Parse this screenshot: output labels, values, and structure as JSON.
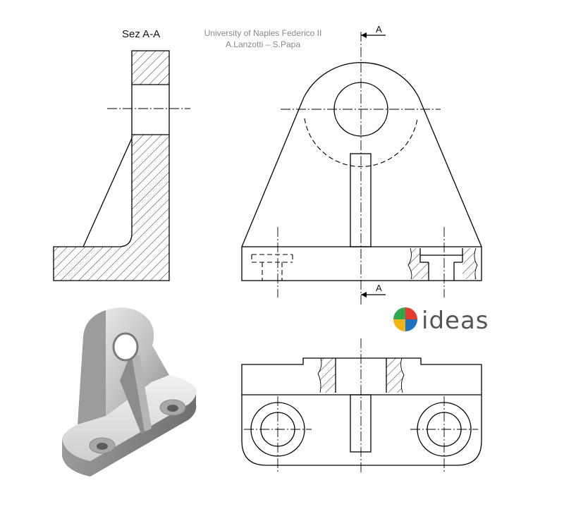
{
  "section_title": "Sez A-A",
  "credits": {
    "line1": "University of Naples Federico II",
    "line2": "A.Lanzotti – S.Papa"
  },
  "section_marks": {
    "top": "A",
    "bottom": "A"
  },
  "logo": {
    "text": "ideas",
    "colors": [
      "#2fa84f",
      "#e63b2e",
      "#1e73be",
      "#f5b31a"
    ]
  }
}
